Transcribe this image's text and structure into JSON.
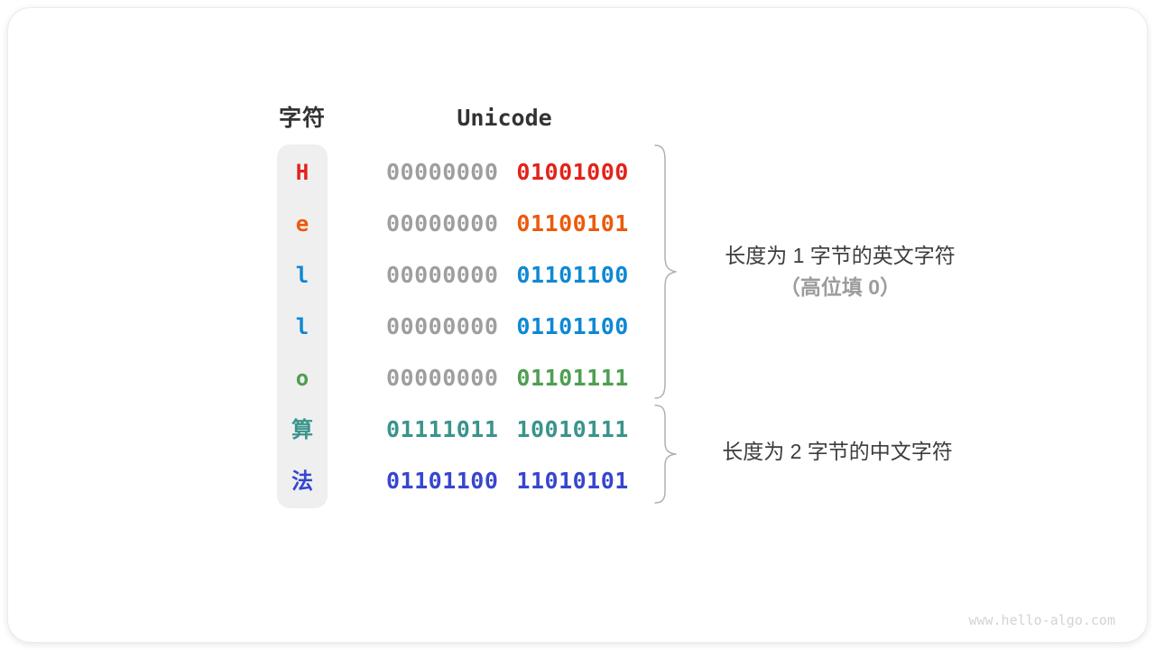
{
  "headers": {
    "char": "字符",
    "unicode": "Unicode"
  },
  "rows": [
    {
      "char": "H",
      "char_color": "#e2231a",
      "byte1": "00000000",
      "byte1_color": "#9e9ea0",
      "byte2": "01001000",
      "byte2_color": "#e2231a"
    },
    {
      "char": "e",
      "char_color": "#eb5a0d",
      "byte1": "00000000",
      "byte1_color": "#9e9ea0",
      "byte2": "01100101",
      "byte2_color": "#eb5a0d"
    },
    {
      "char": "l",
      "char_color": "#0f88d4",
      "byte1": "00000000",
      "byte1_color": "#9e9ea0",
      "byte2": "01101100",
      "byte2_color": "#0f88d4"
    },
    {
      "char": "l",
      "char_color": "#0f88d4",
      "byte1": "00000000",
      "byte1_color": "#9e9ea0",
      "byte2": "01101100",
      "byte2_color": "#0f88d4"
    },
    {
      "char": "o",
      "char_color": "#4f9e51",
      "byte1": "00000000",
      "byte1_color": "#9e9ea0",
      "byte2": "01101111",
      "byte2_color": "#4f9e51"
    },
    {
      "char": "算",
      "char_color": "#3a948a",
      "byte1": "01111011",
      "byte1_color": "#3a948a",
      "byte2": "10010111",
      "byte2_color": "#3a948a"
    },
    {
      "char": "法",
      "char_color": "#3746cd",
      "byte1": "01101100",
      "byte1_color": "#3746cd",
      "byte2": "11010101",
      "byte2_color": "#3746cd"
    }
  ],
  "annotations": {
    "one_byte_line1": "长度为 1 字节的英文字符",
    "one_byte_line2": "（高位填 0）",
    "two_byte": "长度为 2 字节的中文字符"
  },
  "watermark": "www.hello-algo.com",
  "accent_colors": {
    "red": "#e2231a",
    "orange": "#eb5a0d",
    "blue": "#0f88d4",
    "green": "#4f9e51",
    "teal": "#3a948a",
    "indigo": "#3746cd",
    "gray_zero": "#9e9ea0"
  }
}
